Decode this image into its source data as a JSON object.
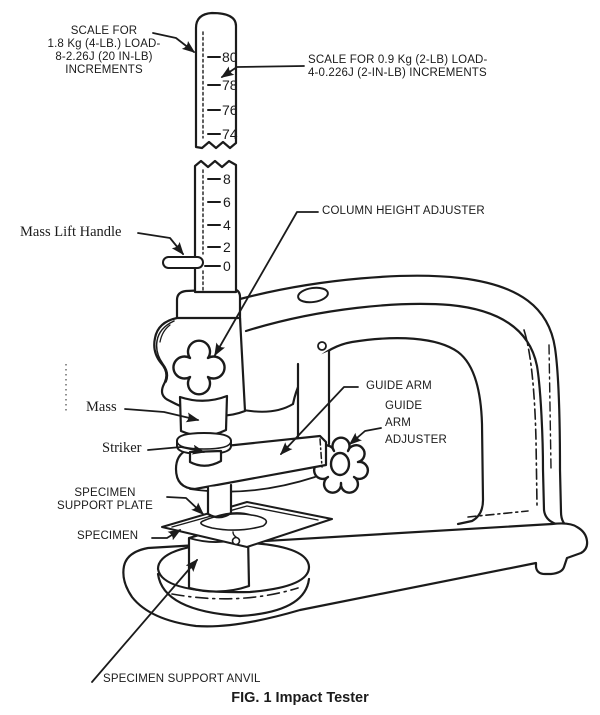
{
  "figure": {
    "caption": "FIG. 1 Impact Tester"
  },
  "scale_upper": {
    "description": "upper scale band on graduated column",
    "ticks": [
      "80",
      "78",
      "76",
      "74"
    ]
  },
  "scale_lower": {
    "description": "lower scale band on graduated column",
    "ticks": [
      "8",
      "6",
      "4",
      "2",
      "0"
    ]
  },
  "labels": {
    "scale_left_line1": "SCALE FOR",
    "scale_left_line2": "1.8 Kg (4-LB.) LOAD-",
    "scale_left_line3": "8-2.26J (20 IN-LB)",
    "scale_left_line4": "INCREMENTS",
    "scale_right_line1": "SCALE FOR 0.9 Kg (2-LB) LOAD-",
    "scale_right_line2": "4-0.226J (2-IN-LB) INCREMENTS",
    "mass_lift_handle": "Mass Lift Handle",
    "column_height_adjuster": "COLUMN HEIGHT ADJUSTER",
    "guide_arm": "GUIDE ARM",
    "guide_arm_adjuster_line1": "GUIDE",
    "guide_arm_adjuster_line2": "ARM",
    "guide_arm_adjuster_line3": "ADJUSTER",
    "mass": "Mass",
    "striker": "Striker",
    "specimen_support_plate_line1": "SPECIMEN",
    "specimen_support_plate_line2": "SUPPORT PLATE",
    "specimen": "SPECIMEN",
    "specimen_support_anvil": "SPECIMEN SUPPORT ANVIL"
  },
  "colors": {
    "ink": "#1b1b1b",
    "background": "#ffffff"
  }
}
